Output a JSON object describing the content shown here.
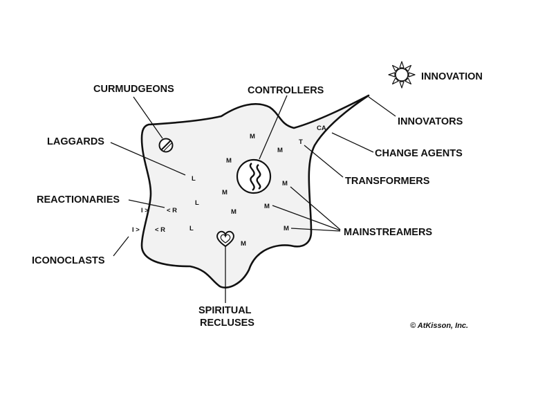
{
  "colors": {
    "ink": "#111111",
    "body_fill": "#f2f2f2",
    "background": "#ffffff"
  },
  "innovation": {
    "label": "INNOVATION",
    "icon": "sun-icon"
  },
  "labels": {
    "curmudgeons": "CURMUDGEONS",
    "controllers": "CONTROLLERS",
    "innovators": "INNOVATORS",
    "laggards": "LAGGARDS",
    "change_agents": "CHANGE AGENTS",
    "transformers": "TRANSFORMERS",
    "reactionaries": "REACTIONARIES",
    "mainstreamers": "MAINSTREAMERS",
    "iconoclasts": "ICONOCLASTS",
    "spiritual_line1": "SPIRITUAL",
    "spiritual_line2": "RECLUSES"
  },
  "markers": {
    "ca": "CA",
    "t": "T",
    "m": "M",
    "l": "L",
    "i_arrow": "I  >",
    "r_arrow": "< R"
  },
  "icons": [
    "no-sign-icon",
    "squiggle-icon",
    "heart-icon"
  ],
  "copyright": "© AtKisson, Inc."
}
